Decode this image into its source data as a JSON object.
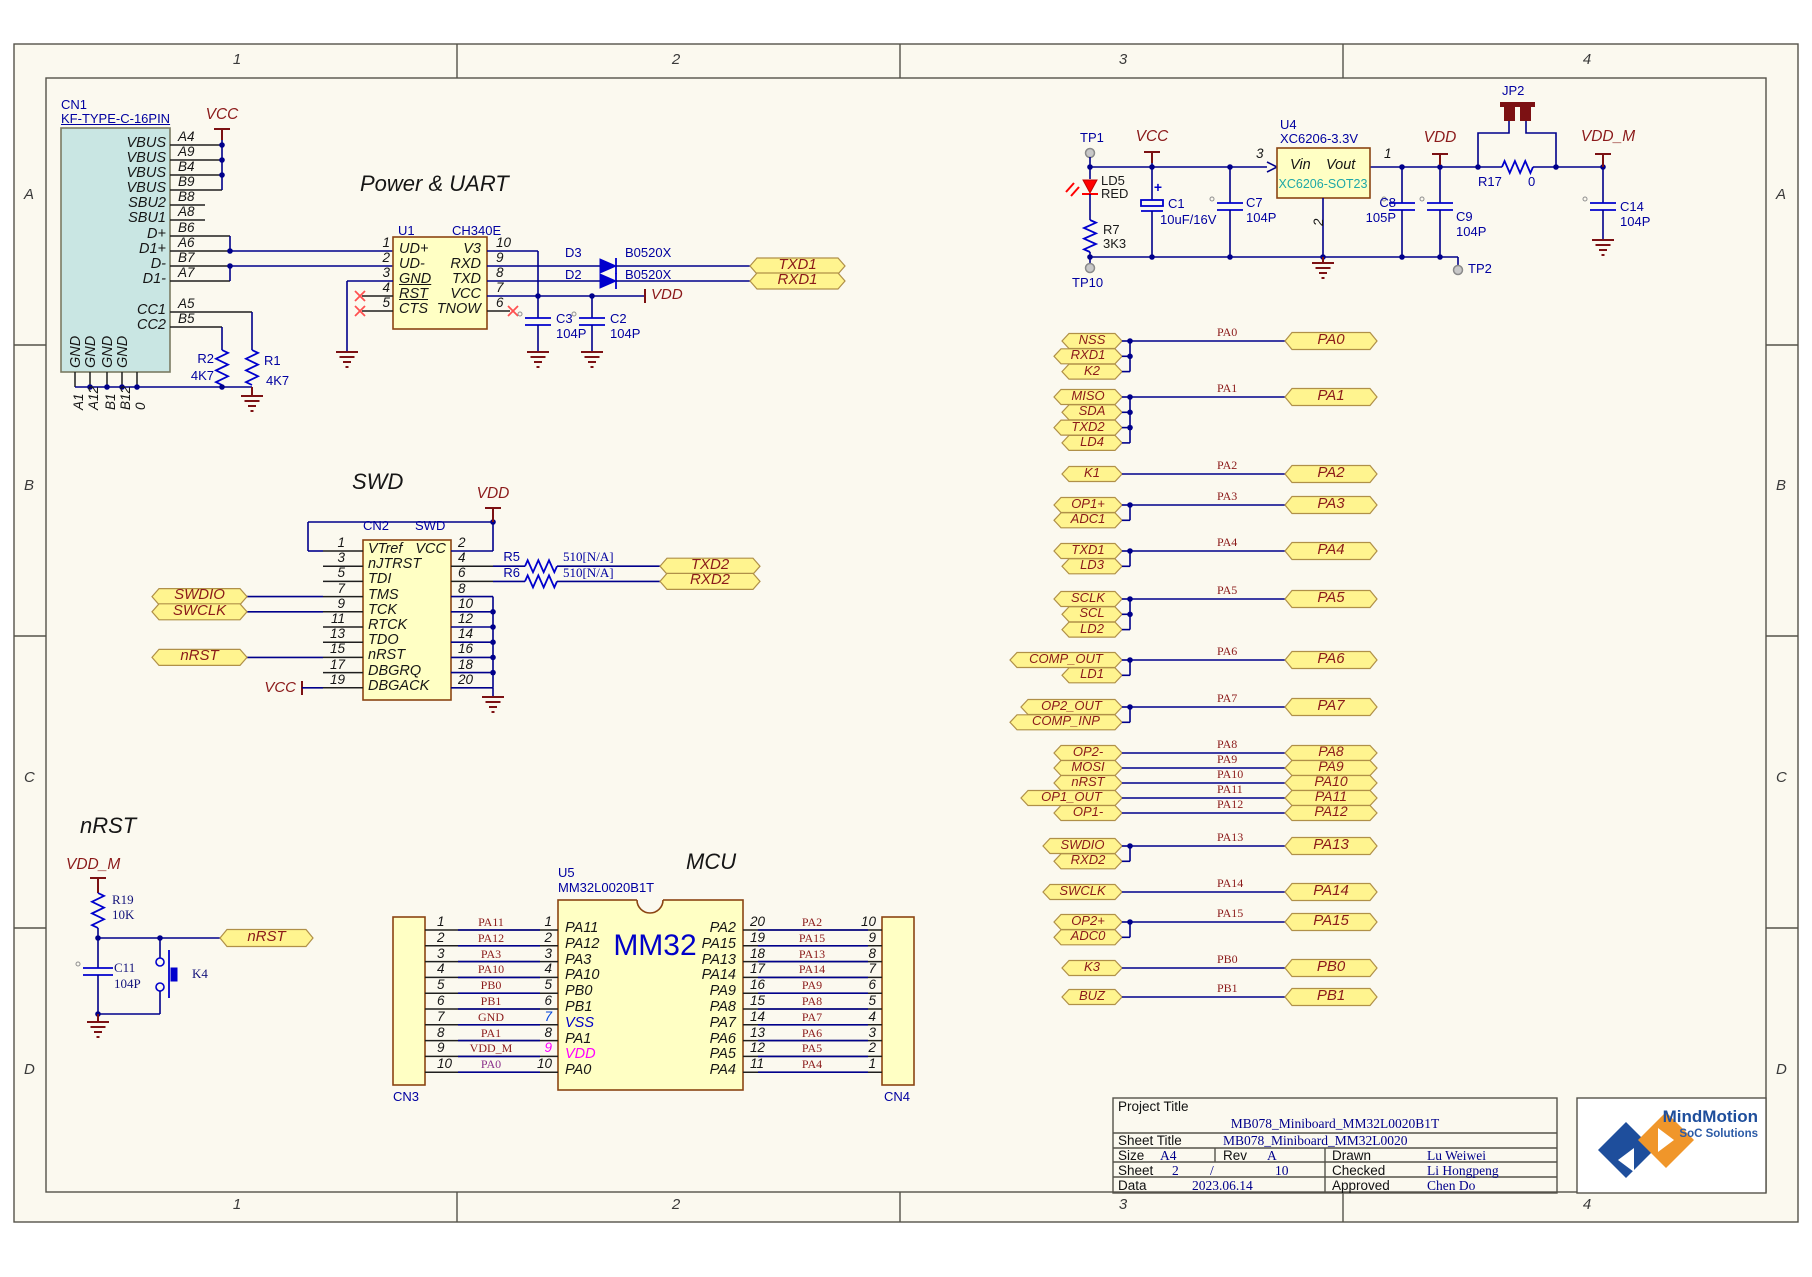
{
  "sheet": {
    "zones": {
      "cols": [
        "1",
        "2",
        "3",
        "4"
      ],
      "rows": [
        "A",
        "B",
        "C",
        "D"
      ]
    },
    "colors": {
      "wire": "#00008B",
      "power": "#8B1A1A",
      "designator": "#0000A0",
      "port_fill": "#FFF48F",
      "port_text": "#8B1A1A",
      "body_fill": "#FFFFC4",
      "symbol_blue": "#0000CD",
      "cyan_text": "#1FA8A8",
      "magenta": "#FF00FF",
      "purple": "#8B2F8B",
      "background": "#FBF9EF"
    }
  },
  "sections": {
    "power_uart": "Power & UART",
    "swd": "SWD",
    "nrst": "nRST",
    "mcu": "MCU"
  },
  "cn1": {
    "ref": "CN1",
    "part": "KF-TYPE-C-16PIN",
    "main_pins": [
      [
        "VBUS",
        "A4"
      ],
      [
        "VBUS",
        "A9"
      ],
      [
        "VBUS",
        "B4"
      ],
      [
        "VBUS",
        "B9"
      ],
      [
        "SBU2",
        "B8"
      ],
      [
        "SBU1",
        "A8"
      ],
      [
        "D+",
        "B6"
      ],
      [
        "D1+",
        "A6"
      ],
      [
        "D-",
        "B7"
      ],
      [
        "D1-",
        "A7"
      ]
    ],
    "cc_pins": [
      [
        "CC1",
        "A5"
      ],
      [
        "CC2",
        "B5"
      ]
    ],
    "gnd_names": [
      "GND",
      "GND",
      "GND",
      "GND"
    ],
    "gnd_nums": [
      "A1",
      "A12",
      "B1",
      "B12",
      "0"
    ],
    "r2": [
      "R2",
      "4K7"
    ],
    "r1": [
      "R1",
      "4K7"
    ],
    "vcc": "VCC"
  },
  "u1": {
    "ref": "U1",
    "part": "CH340E",
    "left": [
      [
        "1",
        "UD+",
        false
      ],
      [
        "2",
        "UD-",
        false
      ],
      [
        "3",
        "GND",
        true
      ],
      [
        "4",
        "RST",
        true
      ],
      [
        "5",
        "CTS",
        false
      ]
    ],
    "right": [
      [
        "10",
        "V3"
      ],
      [
        "9",
        "RXD"
      ],
      [
        "8",
        "TXD"
      ],
      [
        "7",
        "VCC"
      ],
      [
        "6",
        "TNOW"
      ]
    ],
    "d3": [
      "D3",
      "B0520X"
    ],
    "d2": [
      "D2",
      "B0520X"
    ],
    "c3": [
      "C3",
      "104P"
    ],
    "c2": [
      "C2",
      "104P"
    ],
    "vdd": "VDD",
    "ports": [
      "TXD1",
      "RXD1"
    ]
  },
  "power": {
    "tp1": "TP1",
    "tp10": "TP10",
    "tp2": "TP2",
    "vcc": "VCC",
    "vdd": "VDD",
    "vdd_m": "VDD_M",
    "led": [
      "LD5",
      "RED"
    ],
    "r7": [
      "R7",
      "3K3"
    ],
    "c1": [
      "C1",
      "10uF/16V"
    ],
    "c1_plus": "+",
    "c7": [
      "C7",
      "104P"
    ],
    "u4": {
      "ref": "U4",
      "comment": "XC6206-3.3V",
      "footprint": "XC6206-SOT23",
      "vin": "Vin",
      "vout": "Vout",
      "pin_in": "3",
      "pin_out": "1",
      "pin_gnd": "2"
    },
    "c8": [
      "C8",
      "105P"
    ],
    "c9": [
      "C9",
      "104P"
    ],
    "jp2": "JP2",
    "r17": [
      "R17",
      "0"
    ],
    "c14": [
      "C14",
      "104P"
    ]
  },
  "swd": {
    "cn2": {
      "ref": "CN2",
      "comment": "SWD",
      "rows": [
        [
          "1",
          "VTref",
          "VCC",
          "2"
        ],
        [
          "3",
          "nJTRST",
          "",
          "4"
        ],
        [
          "5",
          "TDI",
          "",
          "6"
        ],
        [
          "7",
          "TMS",
          "",
          "8"
        ],
        [
          "9",
          "TCK",
          "",
          "10"
        ],
        [
          "11",
          "RTCK",
          "",
          "12"
        ],
        [
          "13",
          "TDO",
          "",
          "14"
        ],
        [
          "15",
          "nRST",
          "",
          "16"
        ],
        [
          "17",
          "DBGRQ",
          "",
          "18"
        ],
        [
          "19",
          "DBGACK",
          "",
          "20"
        ]
      ]
    },
    "ports_left": [
      "SWDIO",
      "SWCLK",
      "nRST"
    ],
    "r5": [
      "R5",
      "510[N/A]"
    ],
    "r6": [
      "R6",
      "510[N/A]"
    ],
    "ports_right": [
      "TXD2",
      "RXD2"
    ],
    "vdd": "VDD",
    "vcc": "VCC"
  },
  "nrst": {
    "vdd_m": "VDD_M",
    "r19": [
      "R19",
      "10K"
    ],
    "c11": [
      "C11",
      "104P"
    ],
    "k4": "K4",
    "port": "nRST"
  },
  "mcu": {
    "u5": {
      "ref": "U5",
      "part": "MM32L0020B1T",
      "big": "MM32"
    },
    "cn3": "CN3",
    "cn4": "CN4",
    "left_rows": [
      [
        "1",
        "PA11",
        "1",
        "PA11"
      ],
      [
        "2",
        "PA12",
        "2",
        "PA12"
      ],
      [
        "3",
        "PA3",
        "3",
        "PA3"
      ],
      [
        "4",
        "PA10",
        "4",
        "PA10"
      ],
      [
        "5",
        "PB0",
        "5",
        "PB0"
      ],
      [
        "6",
        "PB1",
        "6",
        "PB1"
      ],
      [
        "7",
        "GND",
        "7",
        "VSS"
      ],
      [
        "8",
        "PA1",
        "8",
        "PA1"
      ],
      [
        "9",
        "VDD_M",
        "9",
        "VDD"
      ],
      [
        "10",
        "PA0",
        "10",
        "PA0"
      ]
    ],
    "right_rows": [
      [
        "20",
        "PA2",
        "10",
        "PA2"
      ],
      [
        "19",
        "PA15",
        "9",
        "PA15"
      ],
      [
        "18",
        "PA13",
        "8",
        "PA13"
      ],
      [
        "17",
        "PA14",
        "7",
        "PA14"
      ],
      [
        "16",
        "PA9",
        "6",
        "PA9"
      ],
      [
        "15",
        "PA8",
        "5",
        "PA8"
      ],
      [
        "14",
        "PA7",
        "4",
        "PA7"
      ],
      [
        "13",
        "PA6",
        "3",
        "PA6"
      ],
      [
        "12",
        "PA5",
        "2",
        "PA5"
      ],
      [
        "11",
        "PA4",
        "1",
        "PA4"
      ]
    ]
  },
  "gpio": [
    {
      "net": "PA0",
      "ports": [
        "NSS",
        "RXD1",
        "K2"
      ]
    },
    {
      "net": "PA1",
      "ports": [
        "MISO",
        "SDA",
        "TXD2",
        "LD4"
      ]
    },
    {
      "net": "PA2",
      "ports": [
        "K1"
      ]
    },
    {
      "net": "PA3",
      "ports": [
        "OP1+",
        "ADC1"
      ]
    },
    {
      "net": "PA4",
      "ports": [
        "TXD1",
        "LD3"
      ]
    },
    {
      "net": "PA5",
      "ports": [
        "SCLK",
        "SCL",
        "LD2"
      ]
    },
    {
      "net": "PA6",
      "ports": [
        "COMP_OUT",
        "LD1"
      ]
    },
    {
      "net": "PA7",
      "ports": [
        "OP2_OUT",
        "COMP_INP"
      ]
    },
    {
      "group": [
        [
          "PA8",
          "OP2-"
        ],
        [
          "PA9",
          "MOSI"
        ],
        [
          "PA10",
          "nRST"
        ],
        [
          "PA11",
          "OP1_OUT"
        ],
        [
          "PA12",
          "OP1-"
        ]
      ]
    },
    {
      "net": "PA13",
      "ports": [
        "SWDIO",
        "RXD2"
      ]
    },
    {
      "net": "PA14",
      "ports": [
        "SWCLK"
      ]
    },
    {
      "net": "PA15",
      "ports": [
        "OP2+",
        "ADC0"
      ]
    },
    {
      "net": "PB0",
      "ports": [
        "K3"
      ]
    },
    {
      "net": "PB1",
      "ports": [
        "BUZ"
      ]
    }
  ],
  "titleblock": {
    "project_label": "Project Title",
    "project": "MB078_Miniboard_MM32L0020B1T",
    "sheet_label": "Sheet Title",
    "sheet": "MB078_Miniboard_MM32L0020",
    "size_label": "Size",
    "size": "A4",
    "rev_label": "Rev",
    "rev": "A",
    "drawn_label": "Drawn",
    "drawn": "Lu Weiwei",
    "sheet_no_label": "Sheet",
    "sheet_no": "2",
    "slash": "/",
    "sheet_total": "10",
    "checked_label": "Checked",
    "checked": "Li Hongpeng",
    "date_label": "Data",
    "date": "2023.06.14",
    "approved_label": "Approved",
    "approved": "Chen Do"
  },
  "logo": {
    "name": "MindMotion",
    "tagline": "SoC Solutions"
  }
}
